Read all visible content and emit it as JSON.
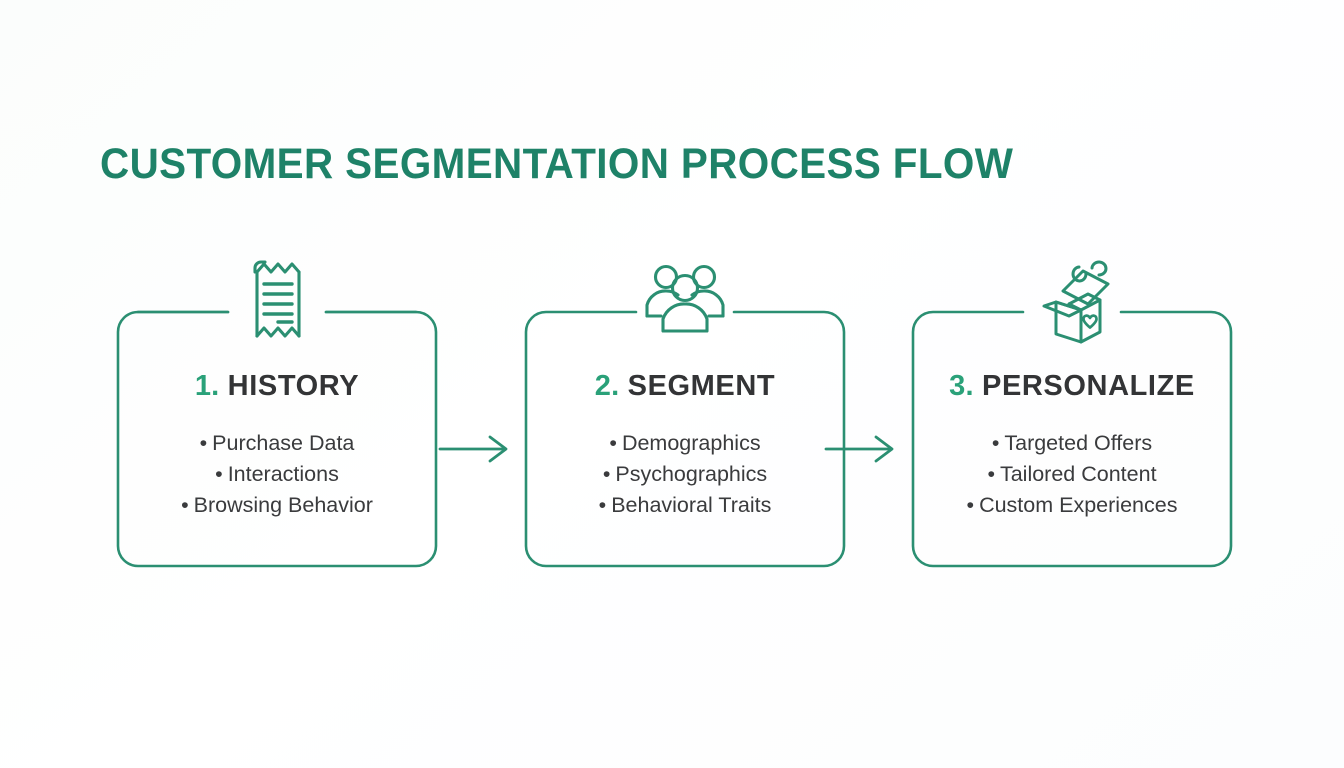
{
  "page": {
    "title": "CUSTOMER SEGMENTATION PROCESS FLOW",
    "background_color": "#fdfefe",
    "accent_color": "#1e8268",
    "accent_light_color": "#2aa179",
    "text_color": "#3a3b3d",
    "heading_color": "#333436"
  },
  "flow": {
    "steps": [
      {
        "number": "1.",
        "label": "HISTORY",
        "icon": "receipt-icon",
        "bullets": [
          "Purchase Data",
          "Interactions",
          "Browsing Behavior"
        ]
      },
      {
        "number": "2.",
        "label": "SEGMENT",
        "icon": "people-group-icon",
        "bullets": [
          "Demographics",
          "Psychographics",
          "Behavioral Traits"
        ]
      },
      {
        "number": "3.",
        "label": "PERSONALIZE",
        "icon": "gift-box-heart-icon",
        "bullets": [
          "Targeted Offers",
          "Tailored Content",
          "Custom Experiences"
        ]
      }
    ],
    "connectors": [
      {
        "name": "arrow-step1-to-step2",
        "icon": "arrow-right-icon"
      },
      {
        "name": "arrow-step2-to-step3",
        "icon": "arrow-right-icon"
      }
    ],
    "bullet_glyph": "•"
  }
}
